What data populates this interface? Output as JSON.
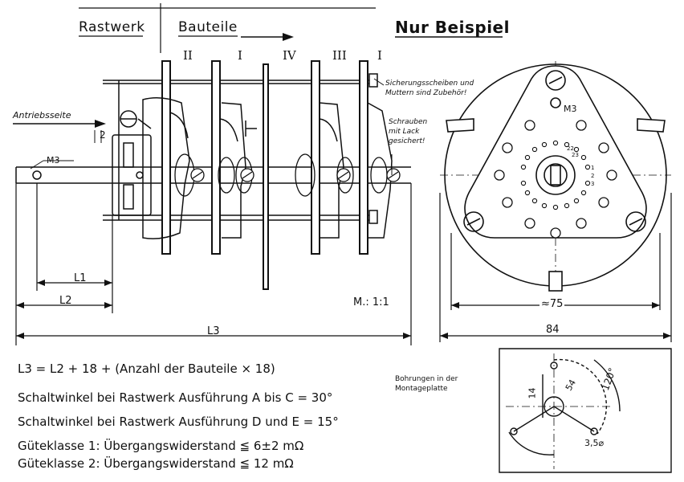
{
  "header": {
    "rastwerk": "Rastwerk",
    "bauteile": "Bauteile",
    "title": "Nur Beispiel"
  },
  "side_view": {
    "drive_side": "Antriebsseite",
    "screw_m3": "M3",
    "gap_2": "2",
    "roman_labels": [
      "II",
      "I",
      "IV",
      "III",
      "I"
    ],
    "dim_l1": "L1",
    "dim_l2": "L2",
    "dim_l3": "L3",
    "scale": "M.: 1:1",
    "note_washers": "Sicherungsscheiben und Muttern sind Zubehör!",
    "note_screws": "Schrauben mit Lack gesichert!"
  },
  "front_view": {
    "screw_m3": "M3",
    "pos_22": "22",
    "pos_23": "23",
    "pos_1": "1",
    "pos_2": "2",
    "pos_3": "3",
    "dim_75": "≈75",
    "dim_84": "84"
  },
  "mounting": {
    "caption": "Bohrungen in der Montageplatte",
    "dim_14": "14",
    "dim_54": "54",
    "dim_120": "120°",
    "dim_35": "3,5⌀"
  },
  "notes": {
    "formula": "L3 = L2 + 18 + (Anzahl der Bauteile × 18)",
    "angle_ac": "Schaltwinkel bei Rastwerk Ausführung A bis C = 30°",
    "angle_de": "Schaltwinkel bei Rastwerk Ausführung D und E = 15°",
    "class1": "Güteklasse 1:  Übergangswiderstand ≦ 6±2 mΩ",
    "class2": "Güteklasse 2:  Übergangswiderstand ≦ 12  mΩ"
  }
}
